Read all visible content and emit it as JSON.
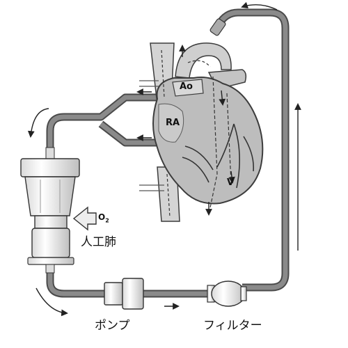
{
  "labels": {
    "aorta": "Ao",
    "right_atrium": "RA",
    "ventricle": "V",
    "oxygen": "O",
    "oxygen_sub": "2",
    "oxygenator": "人工肺",
    "pump": "ポンプ",
    "filter": "フィルター"
  },
  "colors": {
    "tube": "#6e6e6e",
    "tube_edge": "#4a4a4a",
    "heart_fill": "#bdbdbd",
    "heart_edge": "#3c3c3c",
    "vessel_fill": "#d4d4d4",
    "arrow": "#222222",
    "device_fill": "#f2f2f2"
  },
  "icons": [
    "heart-illustration",
    "oxygenator-device",
    "pump-device",
    "filter-device",
    "flow-arrow-icon",
    "oxygen-inlet-arrow-icon"
  ]
}
